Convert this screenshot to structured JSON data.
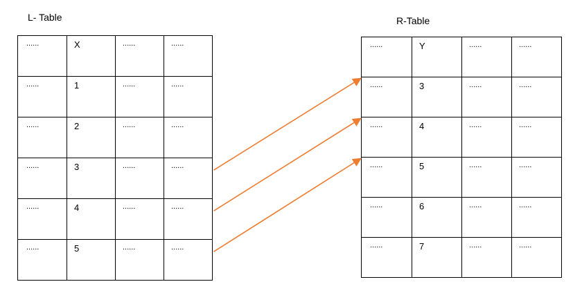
{
  "left_table": {
    "title": "L- Table",
    "rows": [
      [
        "......",
        "X",
        "......",
        "......"
      ],
      [
        "......",
        "1",
        "......",
        "......"
      ],
      [
        "......",
        "2",
        "......",
        "......"
      ],
      [
        "......",
        "3",
        "......",
        "......"
      ],
      [
        "......",
        "4",
        "......",
        "......"
      ],
      [
        "......",
        "5",
        "......",
        "......"
      ]
    ]
  },
  "right_table": {
    "title": "R-Table",
    "rows": [
      [
        "......",
        "Y",
        "......",
        "......"
      ],
      [
        "......",
        "3",
        "......",
        "......"
      ],
      [
        "......",
        "4",
        "......",
        "......"
      ],
      [
        "......",
        "5",
        "......",
        "......"
      ],
      [
        "......",
        "6",
        "......",
        "......"
      ],
      [
        "......",
        "7",
        "......",
        "......"
      ]
    ]
  },
  "arrow_color": "#ed7d31",
  "links": [
    {
      "from_value": "3",
      "to_value": "3"
    },
    {
      "from_value": "4",
      "to_value": "4"
    },
    {
      "from_value": "5",
      "to_value": "5"
    }
  ]
}
